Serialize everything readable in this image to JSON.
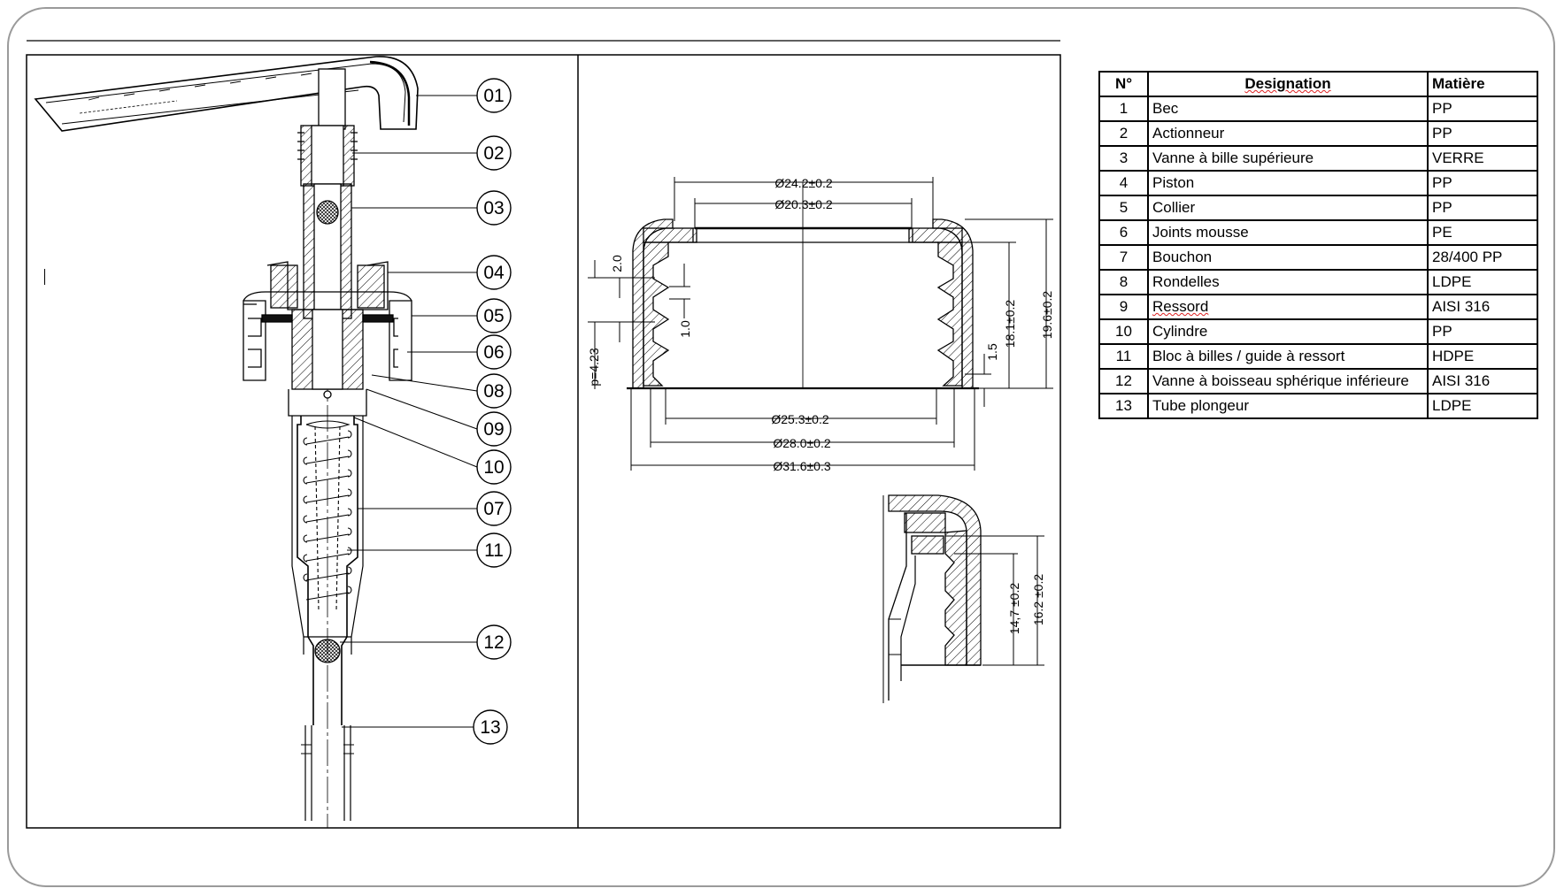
{
  "callouts": [
    "01",
    "02",
    "03",
    "04",
    "05",
    "06",
    "08",
    "09",
    "10",
    "07",
    "11",
    "12",
    "13"
  ],
  "dimensions": {
    "d_top_outer": "Ø24.2±0.2",
    "d_top_inner": "Ø20.3±0.2",
    "d_inner": "Ø25.3±0.2",
    "d_mid": "Ø28.0±0.2",
    "d_outer": "Ø31.6±0.3",
    "h_2_0": "2.0",
    "h_1_0": "1.0",
    "pitch": "p=4.23",
    "h_1_5": "1.5",
    "h_18_1": "18.1±0.2",
    "h_19_6": "19.6±0.2",
    "h_14_7": "14,7 ±0.2",
    "h_16_2": "16.2 ±0.2"
  },
  "parts_table": {
    "headers": {
      "num": "N°",
      "designation": "Designation",
      "material": "Matière"
    },
    "rows": [
      {
        "num": "1",
        "designation": "Bec",
        "material": "PP"
      },
      {
        "num": "2",
        "designation": "Actionneur",
        "material": "PP"
      },
      {
        "num": "3",
        "designation": "Vanne à bille supérieure",
        "material": "VERRE"
      },
      {
        "num": "4",
        "designation": "Piston",
        "material": "PP"
      },
      {
        "num": "5",
        "designation": "Collier",
        "material": "PP"
      },
      {
        "num": "6",
        "designation": "Joints mousse",
        "material": "PE"
      },
      {
        "num": "7",
        "designation": "Bouchon",
        "material": "28/400 PP"
      },
      {
        "num": "8",
        "designation": "Rondelles",
        "material": "LDPE"
      },
      {
        "num": "9",
        "designation": "Ressord",
        "material": "AISI 316"
      },
      {
        "num": "10",
        "designation": "Cylindre",
        "material": "PP"
      },
      {
        "num": "11",
        "designation": "Bloc à billes / guide à ressort",
        "material": "HDPE"
      },
      {
        "num": "12",
        "designation": "Vanne à boisseau sphérique inférieure",
        "material": "AISI 316"
      },
      {
        "num": "13",
        "designation": "Tube plongeur",
        "material": "LDPE"
      }
    ]
  }
}
